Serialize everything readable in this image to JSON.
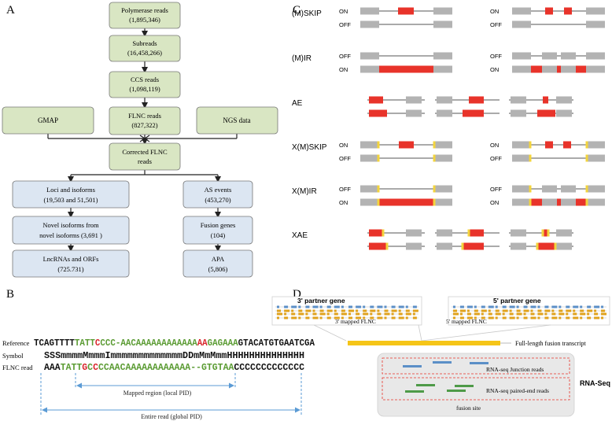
{
  "panel_labels": {
    "a": "A",
    "b": "B",
    "c": "C",
    "d": "D"
  },
  "flowchart": {
    "polymerase": {
      "line1": "Polymerase reads",
      "line2": "(1,895,346)"
    },
    "subreads": {
      "line1": "Subreads",
      "line2": "(16,458,266)"
    },
    "ccs": {
      "line1": "CCS reads",
      "line2": "(1,098,119)"
    },
    "gmap": "GMAP",
    "flnc": {
      "line1": "FLNC reads",
      "line2": "(827,322)"
    },
    "ngs": "NGS data",
    "corrected": {
      "line1": "Corrected FLNC",
      "line2": "reads"
    },
    "loci": {
      "line1": "Loci and isoforms",
      "line2": "(19,503 and 51,501)"
    },
    "novel": {
      "line1": "Novel isoforms from",
      "line2": "novel isoforms (3,691 )"
    },
    "lnc": {
      "line1": "LncRNAs and ORFs",
      "line2": "(725.731)"
    },
    "as": {
      "line1": "AS events",
      "line2": "(453,270)"
    },
    "fusion": {
      "line1": "Fusion genes",
      "line2": "(104)"
    },
    "apa": {
      "line1": "APA",
      "line2": "(5,806)"
    }
  },
  "colors": {
    "green_box": "#d9e6c3",
    "blue_box": "#dce6f2",
    "exon_gray": "#b3b3b3",
    "exon_red": "#e8332a",
    "splice_yellow": "#f3d43c",
    "match_green": "#5a9b32",
    "mismatch_red": "#d9242b",
    "dim_blue": "#5b9bd5",
    "fusion_yellow": "#f5c518",
    "fusion_orange": "#e0a21c",
    "junction_blue": "#5b8fc7",
    "paired_green": "#4e9a48"
  },
  "events": {
    "mskip": {
      "name": "(M)SKIP"
    },
    "mir": {
      "name": "(M)IR"
    },
    "ae": {
      "name": "AE"
    },
    "xmskip": {
      "name": "X(M)SKIP"
    },
    "xmir": {
      "name": "X(M)IR"
    },
    "xae": {
      "name": "XAE"
    },
    "on": "ON",
    "off": "OFF"
  },
  "alignment": {
    "row_labels": {
      "reference": "Reference",
      "symbol": "Symbol",
      "flnc": "FLNC read"
    },
    "reference_segments": [
      {
        "text": "TCAGTTTT",
        "color": "#111111"
      },
      {
        "text": "TATT",
        "color": "#5a9b32"
      },
      {
        "text": "C",
        "color": "#d9242b"
      },
      {
        "text": "CCC-AACAAAAAAAAAAAA",
        "color": "#5a9b32"
      },
      {
        "text": "AA",
        "color": "#d9242b"
      },
      {
        "text": "GAGAAA",
        "color": "#5a9b32"
      },
      {
        "text": "GTACATGTGAATCGA",
        "color": "#111111"
      }
    ],
    "symbol": "SSSmmmmMmmmImmmmmmmmmmmmmDDmMmMmmHHHHHHHHHHHHHH",
    "flnc_segments": [
      {
        "text": "AAA",
        "color": "#111111"
      },
      {
        "text": "TATT",
        "color": "#5a9b32"
      },
      {
        "text": "G",
        "color": "#d9242b"
      },
      {
        "text": "C",
        "color": "#5a9b32"
      },
      {
        "text": "C",
        "color": "#d9242b"
      },
      {
        "text": "CCAACAAAAAAAAAAAA--GTGTAA",
        "color": "#5a9b32"
      },
      {
        "text": "CCCCCCCCCCCCC",
        "color": "#111111"
      }
    ],
    "mapped_region_label": "Mapped region (local PID)",
    "entire_read_label": "Entire read (global PID)"
  },
  "fusion": {
    "partner3": "3' partner gene",
    "partner5": "5' partner gene",
    "mapped3": "3' mapped FLNC",
    "mapped5": "5' mapped FLNC",
    "transcript": "Full-length fusion transcript",
    "rnaseq": "RNA-Seq",
    "junction": "RNA-seq Junction reads",
    "paired": "RNA-seq paired-end reads",
    "site": "fusion site"
  }
}
